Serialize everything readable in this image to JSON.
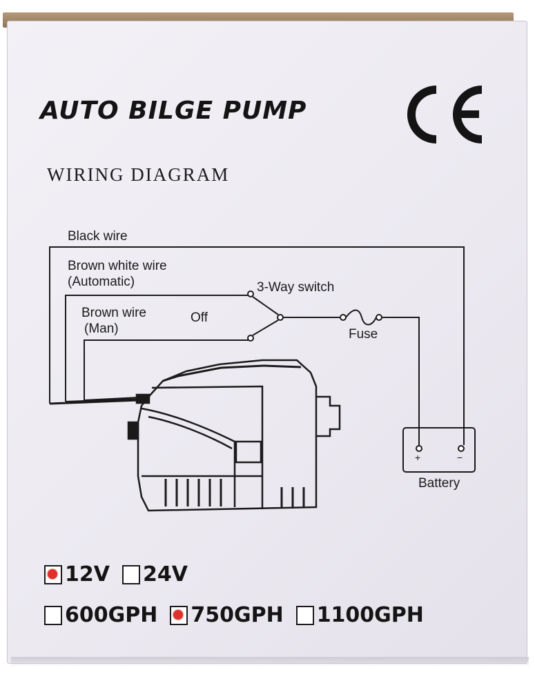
{
  "box": {
    "title": "AUTO BILGE PUMP",
    "certification": "CE",
    "subtitle": "WIRING DIAGRAM"
  },
  "wiring": {
    "black_wire": "Black wire",
    "brown_white_wire": "Brown white wire",
    "automatic": "(Automatic)",
    "brown_wire": "Brown wire",
    "manual": "(Man)",
    "off": "Off",
    "switch": "3-Way switch",
    "fuse": "Fuse",
    "battery": "Battery",
    "battery_positive": "+",
    "battery_negative": "−"
  },
  "voltage_options": [
    {
      "label": "12V",
      "checked": true
    },
    {
      "label": "24V",
      "checked": false
    }
  ],
  "capacity_options": [
    {
      "label": "600GPH",
      "checked": false
    },
    {
      "label": "750GPH",
      "checked": true
    },
    {
      "label": "1100GPH",
      "checked": false
    }
  ],
  "colors": {
    "ink": "#1a1a1a",
    "box": "#eeebf2",
    "check_mark": "#e0302a",
    "lid": "#a08565"
  }
}
